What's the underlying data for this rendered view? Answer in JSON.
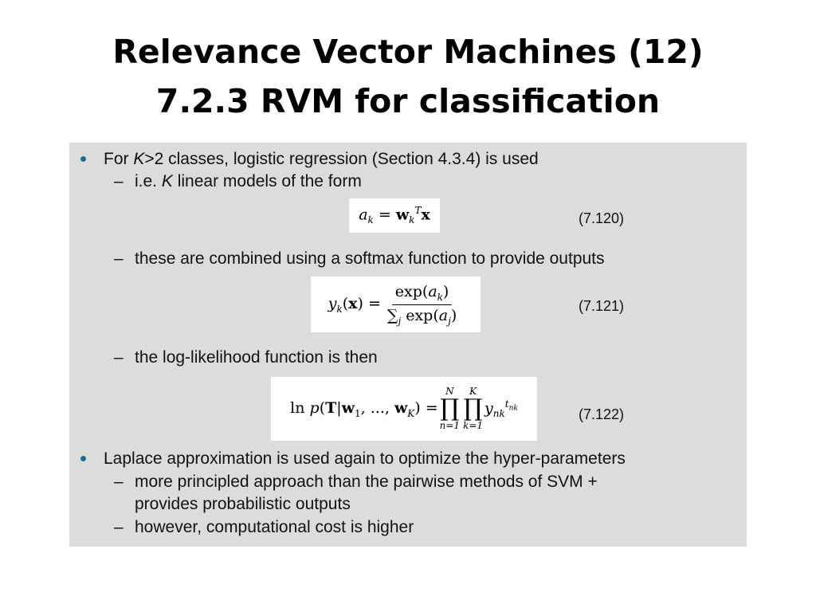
{
  "title": {
    "line1": "Relevance Vector Machines (12)",
    "line2": "7.2.3 RVM for classification"
  },
  "content": {
    "bullet1": {
      "pre": "For ",
      "var": "K",
      "post": ">2 classes, logistic regression (Section 4.3.4) is used"
    },
    "sub1": {
      "pre": "i.e. ",
      "var": "K",
      "post": " linear models of the form"
    },
    "eq120_number": "(7.120)",
    "sub2": "these are combined using a softmax function to provide outputs",
    "eq121_number": "(7.121)",
    "sub3": "the log-likelihood function is then",
    "eq122_number": "(7.122)",
    "bullet2": "Laplace approximation is used again to optimize the hyper-parameters",
    "sub4_line1": "more principled approach than the pairwise methods of SVM +",
    "sub4_line2": "provides probabilistic outputs",
    "sub5": "however, computational cost is higher",
    "dash": "–"
  },
  "colors": {
    "panel_bg": "#dcdcdc",
    "bullet": "#1f6e8c",
    "equation_bg": "#ffffff"
  }
}
